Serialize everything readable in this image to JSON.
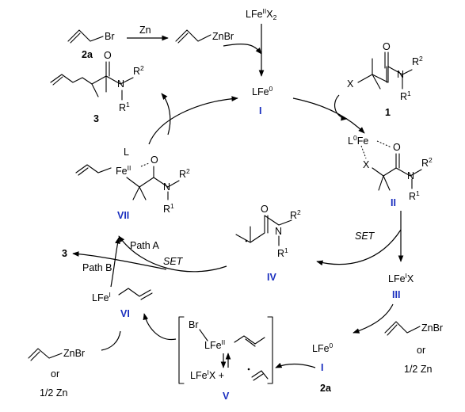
{
  "reagents": {
    "allyl_bromide": "Br",
    "label_2a": "2a",
    "zinc": "Zn",
    "allylzinc": "ZnBr",
    "precatalyst": "LFe",
    "precatalyst_ox": "II",
    "precatalyst_x": "X",
    "precatalyst_sub": "2"
  },
  "species": {
    "I_top": {
      "text": "LFe",
      "ox": "0",
      "label": "I"
    },
    "sub1": {
      "X": "X",
      "N": "N",
      "R1": "R",
      "R1sup": "1",
      "R2": "R",
      "R2sup": "2",
      "O": "O",
      "label": "1"
    },
    "II": {
      "L": "L",
      "ox": "0",
      "Fe": "Fe",
      "X": "X",
      "O": "O",
      "N": "N",
      "R1": "R",
      "R1sup": "1",
      "R2": "R",
      "R2sup": "2",
      "label": "II"
    },
    "III": {
      "text": "LFe",
      "ox": "I",
      "X": "X",
      "label": "III"
    },
    "I_bottom": {
      "text": "LFe",
      "ox": "0",
      "label": "I"
    },
    "IV": {
      "O": "O",
      "N": "N",
      "R1": "R",
      "R1sup": "1",
      "R2": "R",
      "R2sup": "2",
      "label": "IV"
    },
    "V": {
      "Br": "Br",
      "LFe": "LFe",
      "ox_top": "II",
      "ox_bottom": "I",
      "X": "X +",
      "label": "V"
    },
    "VI": {
      "text": "LFe",
      "ox": "I",
      "label": "VI"
    },
    "VII": {
      "L": "L",
      "Fe": "Fe",
      "ox": "II",
      "O": "O",
      "N": "N",
      "R1": "R",
      "R1sup": "1",
      "R2": "R",
      "R2sup": "2",
      "label": "VII"
    },
    "product3": {
      "O": "O",
      "N": "N",
      "R1": "R",
      "R1sup": "1",
      "R2": "R",
      "R2sup": "2",
      "label": "3"
    }
  },
  "arrows": {
    "set_right": "SET",
    "set_left": "SET",
    "path_a": "Path A",
    "path_b": "Path B",
    "product_left": "3",
    "reagent_2a": "2a",
    "or_right": "or",
    "half_zn_right": "1/2 Zn",
    "or_left": "or",
    "half_zn_left": "1/2 Zn",
    "allylzinc_right": "ZnBr",
    "allylzinc_left": "ZnBr"
  }
}
